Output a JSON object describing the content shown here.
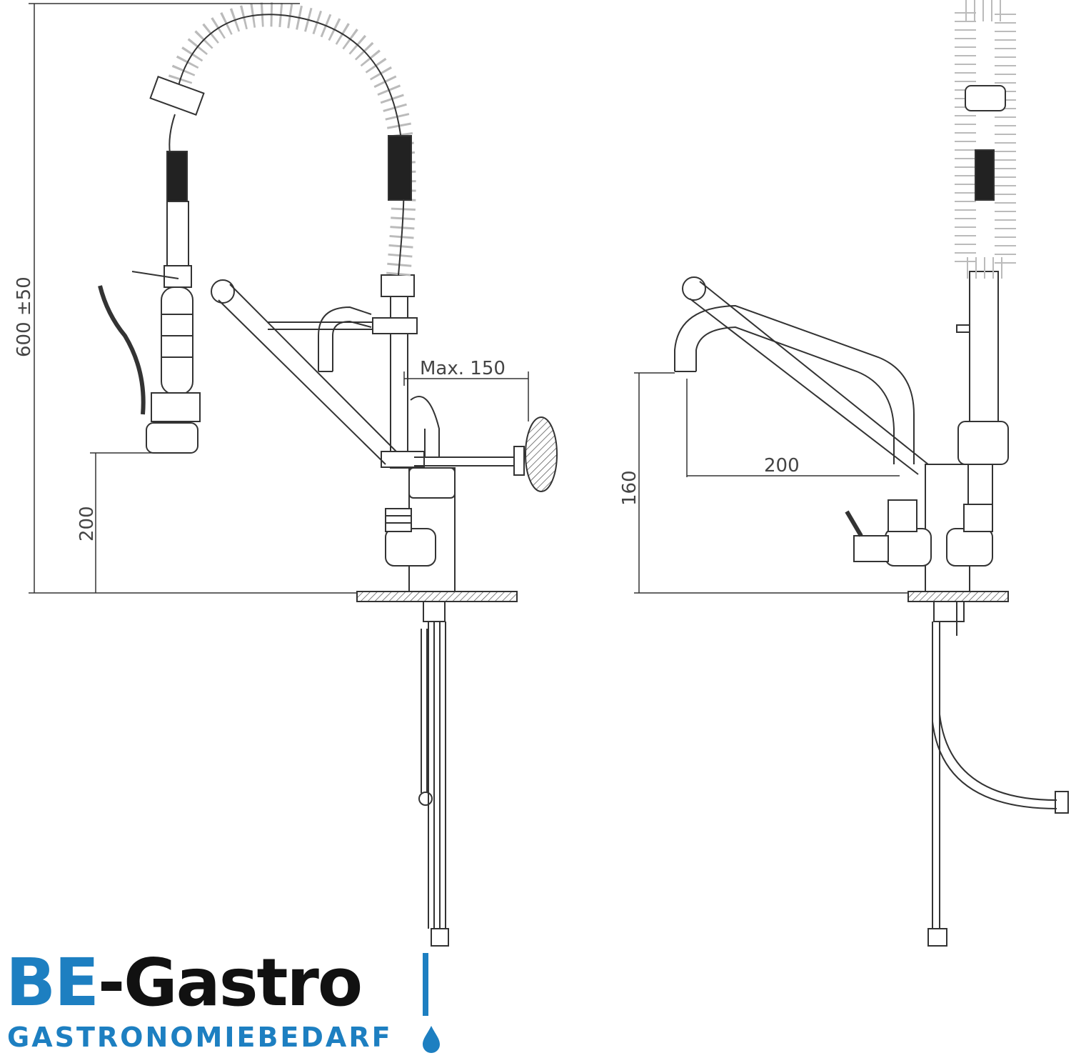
{
  "dimensions": {
    "total_height": "600 ±50",
    "left_height": "200",
    "reach": "Max. 150",
    "spout_reach": "200",
    "spout_height": "160"
  },
  "logo": {
    "brand_prefix": "BE",
    "brand_suffix": "-Gastro",
    "tagline": "GASTRONOMIEBEDARF",
    "accent_color": "#1d7fc1"
  }
}
